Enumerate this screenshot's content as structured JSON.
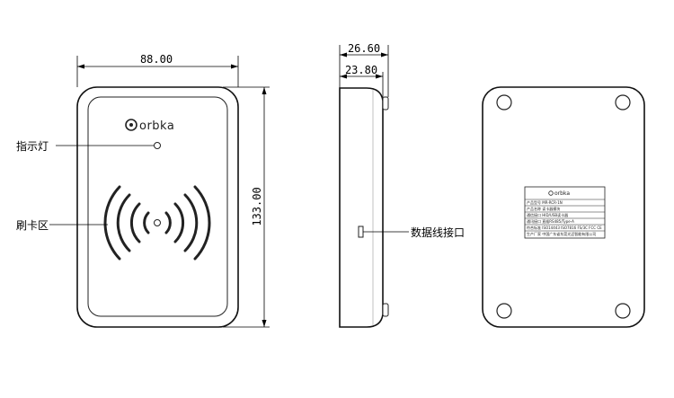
{
  "dimensions": {
    "width": "88.00",
    "height": "133.00",
    "depth_total": "26.60",
    "depth_body": "23.80"
  },
  "callouts": {
    "indicator": "指示灯",
    "card_area": "刷卡区",
    "data_port": "数据线接口"
  },
  "brand": "orbka",
  "nameplate": {
    "brand": "orbka",
    "rows": [
      "产品型号  MR-RCR-1N",
      "产品名称  读卡器模块",
      "通信接口  HID/USB读卡器",
      "通讯接口  直插RS485/Type-A",
      "符合标准  ISO14443  ISO7816  FS/3C  FCC  CE",
      "生产厂家  中国广东省东莞光迈智能有限公司"
    ]
  }
}
